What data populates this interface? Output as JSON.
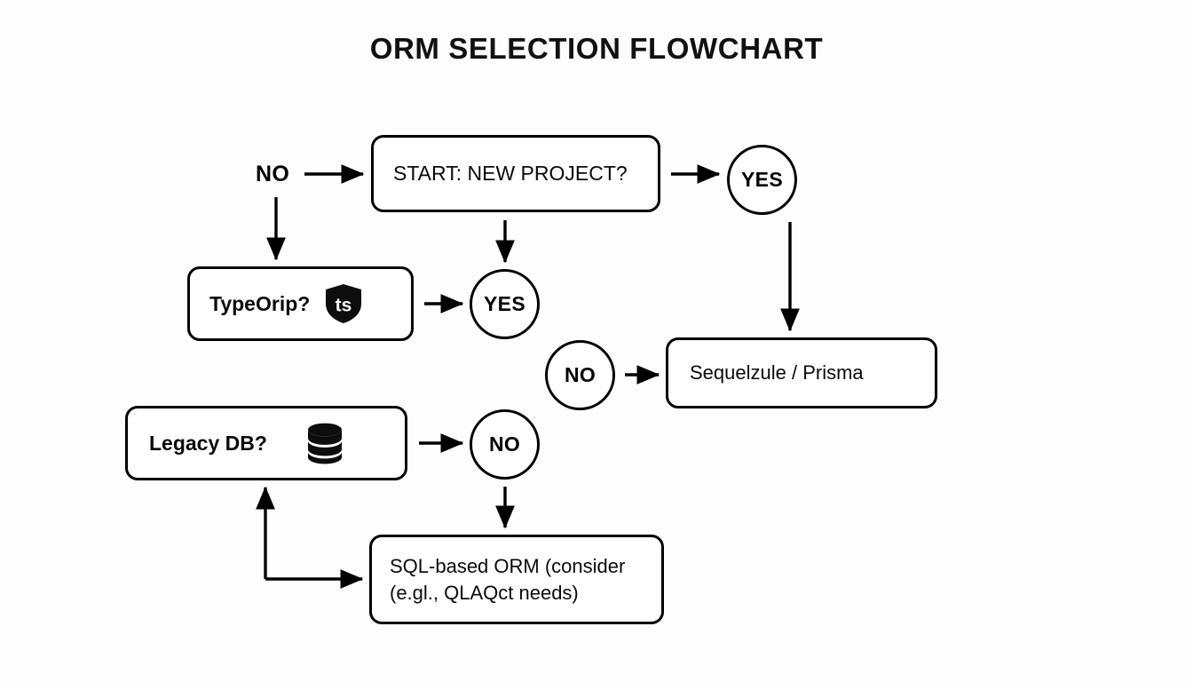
{
  "page": {
    "title": "ORM SELECTION FLOWCHART",
    "background_color": "#fdfdfe",
    "stroke_color": "#000000",
    "text_color": "#0a0a0a"
  },
  "flowchart": {
    "nodes": [
      {
        "id": "start",
        "shape": "rounded-rect",
        "label": "START: NEW PROJECT?",
        "icon": null
      },
      {
        "id": "typeorm",
        "shape": "rounded-rect",
        "label": "TypeOrip?",
        "icon": "typescript-shield-icon",
        "icon_text": "ts"
      },
      {
        "id": "sequelize",
        "shape": "rounded-rect",
        "label": "Sequelzule / Prisma",
        "icon": null
      },
      {
        "id": "legacy",
        "shape": "rounded-rect",
        "label": "Legacy DB?",
        "icon": "database-icon"
      },
      {
        "id": "sql",
        "shape": "rounded-rect",
        "label_line_1": "SQL-based ORM (consider",
        "label_line_2": "(e.gl., QLAQct needs)"
      },
      {
        "id": "yes-1",
        "shape": "circle",
        "label": "YES"
      },
      {
        "id": "yes-2",
        "shape": "circle",
        "label": "YES"
      },
      {
        "id": "no-1",
        "shape": "circle",
        "label": "NO"
      },
      {
        "id": "no-2",
        "shape": "circle",
        "label": "NO"
      }
    ],
    "standalone_labels": [
      {
        "id": "no-start",
        "label": "NO"
      }
    ],
    "edges": [
      {
        "from": "no-start",
        "to": "start",
        "direction": "right"
      },
      {
        "from": "no-start",
        "to": "typeorm",
        "direction": "down"
      },
      {
        "from": "start",
        "to": "yes-1",
        "direction": "right"
      },
      {
        "from": "start",
        "to": "yes-2",
        "direction": "down"
      },
      {
        "from": "yes-1",
        "to": "sequelize",
        "direction": "down"
      },
      {
        "from": "typeorm",
        "to": "yes-2",
        "direction": "right"
      },
      {
        "from": "no-1",
        "to": "sequelize",
        "direction": "right"
      },
      {
        "from": "legacy",
        "to": "no-2",
        "direction": "right"
      },
      {
        "from": "no-2",
        "to": "sql",
        "direction": "down"
      },
      {
        "from": "sql",
        "to": "legacy",
        "direction": "elbow-left-up"
      }
    ]
  }
}
